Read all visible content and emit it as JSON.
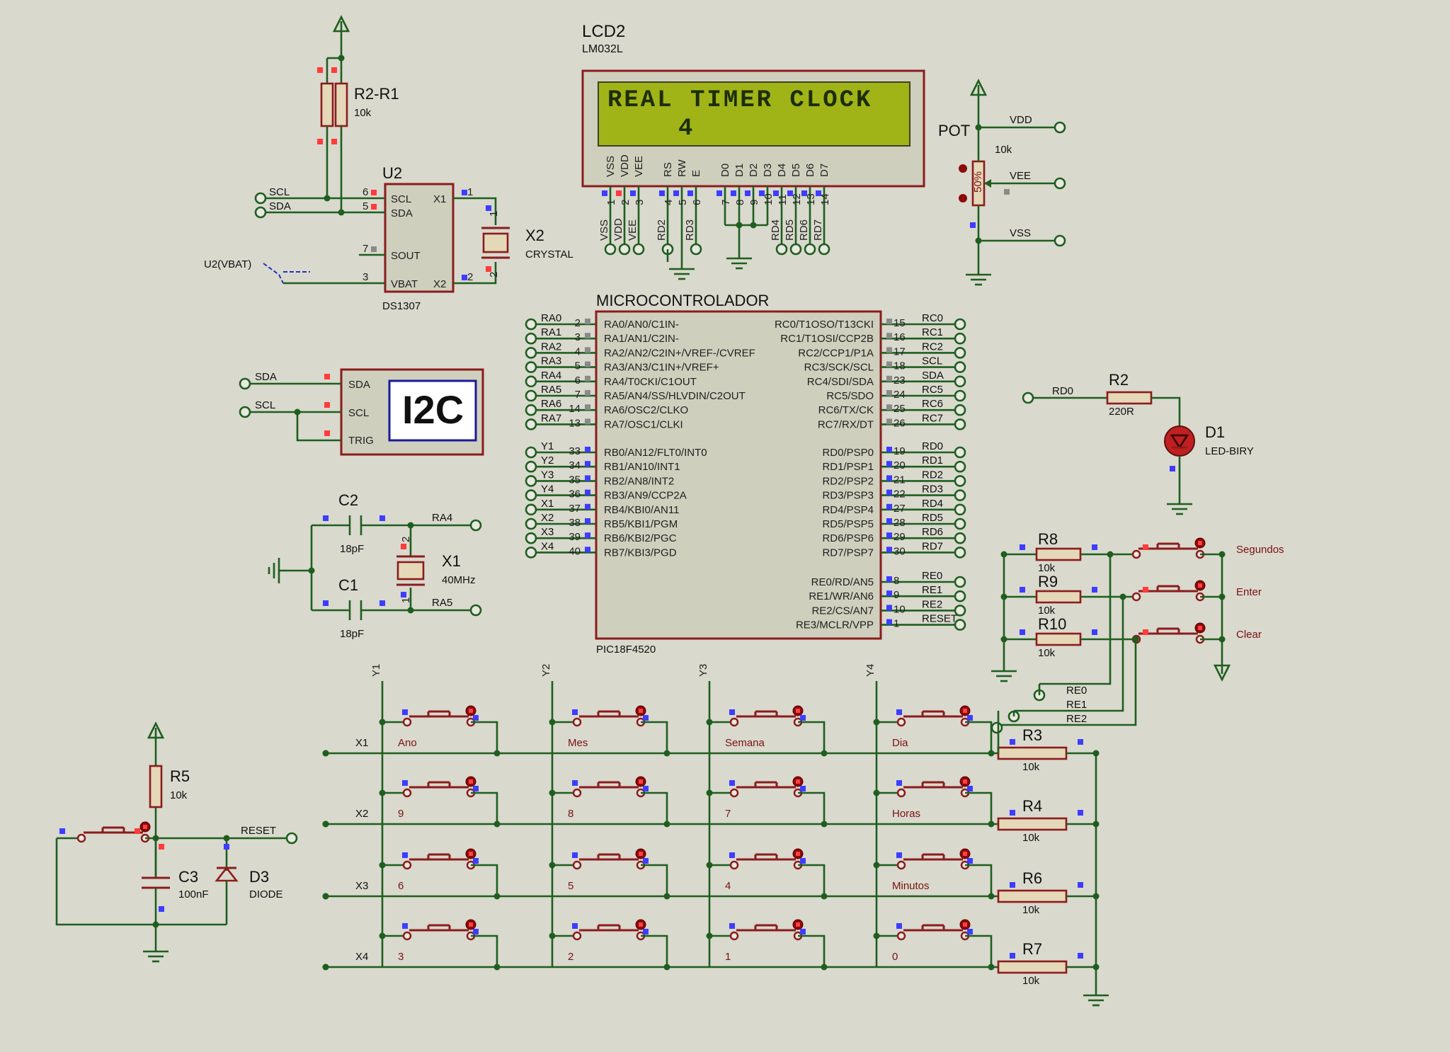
{
  "lcd": {
    "ref": "LCD2",
    "model": "LM032L",
    "line1": "REAL TIMER CLOCK",
    "line2": "4",
    "pins": [
      "VSS",
      "VDD",
      "VEE",
      "RS",
      "RW",
      "E",
      "D0",
      "D1",
      "D2",
      "D3",
      "D4",
      "D5",
      "D6",
      "D7"
    ],
    "pin_numbers": [
      "1",
      "2",
      "3",
      "4",
      "5",
      "6",
      "7",
      "8",
      "9",
      "10",
      "11",
      "12",
      "13",
      "14"
    ],
    "bottom_nets": [
      "VSS",
      "VDD",
      "VEE",
      "RD2",
      "RD3",
      "RD4",
      "RD5",
      "RD6",
      "RD7"
    ]
  },
  "pot": {
    "ref": "POT",
    "value": "10k",
    "pct": "50%",
    "nets": [
      "VDD",
      "VEE",
      "VSS"
    ]
  },
  "r2r1": {
    "ref": "R2-R1",
    "value": "10k"
  },
  "rtc": {
    "ref": "U2",
    "model": "DS1307",
    "pins_left": [
      "SCL",
      "SDA",
      "SOUT",
      "VBAT"
    ],
    "pins_right": [
      "X1",
      "X2"
    ],
    "pin_numbers": [
      "6",
      "5",
      "7",
      "3",
      "1",
      "2"
    ],
    "nets": [
      "SCL",
      "SDA"
    ],
    "vbat_label": "U2(VBAT)"
  },
  "x2": {
    "ref": "X2",
    "value": "CRYSTAL",
    "pins": [
      "1",
      "2"
    ]
  },
  "i2c": {
    "title": "I2C",
    "pins": [
      "SDA",
      "SCL",
      "TRIG"
    ],
    "nets": [
      "SDA",
      "SCL"
    ]
  },
  "osc": {
    "c2_ref": "C2",
    "c2_value": "18pF",
    "c1_ref": "C1",
    "c1_value": "18pF",
    "x1_ref": "X1",
    "x1_value": "40MHz",
    "nets": [
      "RA4",
      "RA5"
    ],
    "pins": [
      "2",
      "1"
    ]
  },
  "mcu": {
    "title": "MICROCONTROLADOR",
    "model": "PIC18F4520",
    "left_a": [
      {
        "net": "RA0",
        "num": "2",
        "name": "RA0/AN0/C1IN-"
      },
      {
        "net": "RA1",
        "num": "3",
        "name": "RA1/AN1/C2IN-"
      },
      {
        "net": "RA2",
        "num": "4",
        "name": "RA2/AN2/C2IN+/VREF-/CVREF"
      },
      {
        "net": "RA3",
        "num": "5",
        "name": "RA3/AN3/C1IN+/VREF+"
      },
      {
        "net": "RA4",
        "num": "6",
        "name": "RA4/T0CKI/C1OUT"
      },
      {
        "net": "RA5",
        "num": "7",
        "name": "RA5/AN4/SS/HLVDIN/C2OUT"
      },
      {
        "net": "RA6",
        "num": "14",
        "name": "RA6/OSC2/CLKO"
      },
      {
        "net": "RA7",
        "num": "13",
        "name": "RA7/OSC1/CLKI"
      }
    ],
    "left_b": [
      {
        "net": "Y1",
        "num": "33",
        "name": "RB0/AN12/FLT0/INT0"
      },
      {
        "net": "Y2",
        "num": "34",
        "name": "RB1/AN10/INT1"
      },
      {
        "net": "Y3",
        "num": "35",
        "name": "RB2/AN8/INT2"
      },
      {
        "net": "Y4",
        "num": "36",
        "name": "RB3/AN9/CCP2A"
      },
      {
        "net": "X1",
        "num": "37",
        "name": "RB4/KBI0/AN11"
      },
      {
        "net": "X2",
        "num": "38",
        "name": "RB5/KBI1/PGM"
      },
      {
        "net": "X3",
        "num": "39",
        "name": "RB6/KBI2/PGC"
      },
      {
        "net": "X4",
        "num": "40",
        "name": "RB7/KBI3/PGD"
      }
    ],
    "right_a": [
      {
        "net": "RC0",
        "num": "15",
        "name": "RC0/T1OSO/T13CKI"
      },
      {
        "net": "RC1",
        "num": "16",
        "name": "RC1/T1OSI/CCP2B"
      },
      {
        "net": "RC2",
        "num": "17",
        "name": "RC2/CCP1/P1A"
      },
      {
        "net": "SCL",
        "num": "18",
        "name": "RC3/SCK/SCL"
      },
      {
        "net": "SDA",
        "num": "23",
        "name": "RC4/SDI/SDA"
      },
      {
        "net": "RC5",
        "num": "24",
        "name": "RC5/SDO"
      },
      {
        "net": "RC6",
        "num": "25",
        "name": "RC6/TX/CK"
      },
      {
        "net": "RC7",
        "num": "26",
        "name": "RC7/RX/DT"
      }
    ],
    "right_b": [
      {
        "net": "RD0",
        "num": "19",
        "name": "RD0/PSP0"
      },
      {
        "net": "RD1",
        "num": "20",
        "name": "RD1/PSP1"
      },
      {
        "net": "RD2",
        "num": "21",
        "name": "RD2/PSP2"
      },
      {
        "net": "RD3",
        "num": "22",
        "name": "RD3/PSP3"
      },
      {
        "net": "RD4",
        "num": "27",
        "name": "RD4/PSP4"
      },
      {
        "net": "RD5",
        "num": "28",
        "name": "RD5/PSP5"
      },
      {
        "net": "RD6",
        "num": "29",
        "name": "RD6/PSP6"
      },
      {
        "net": "RD7",
        "num": "30",
        "name": "RD7/PSP7"
      }
    ],
    "right_c": [
      {
        "net": "RE0",
        "num": "8",
        "name": "RE0/RD/AN5"
      },
      {
        "net": "RE1",
        "num": "9",
        "name": "RE1/WR/AN6"
      },
      {
        "net": "RE2",
        "num": "10",
        "name": "RE2/CS/AN7"
      },
      {
        "net": "RESET",
        "num": "1",
        "name": "RE3/MCLR/VPP"
      }
    ]
  },
  "led": {
    "net": "RD0",
    "r_ref": "R2",
    "r_value": "220R",
    "d_ref": "D1",
    "d_value": "LED-BIRY"
  },
  "side_buttons": [
    {
      "r_ref": "R8",
      "r_value": "10k",
      "label": "Segundos"
    },
    {
      "r_ref": "R9",
      "r_value": "10k",
      "label": "Enter"
    },
    {
      "r_ref": "R10",
      "r_value": "10k",
      "label": "Clear"
    }
  ],
  "re_nets": [
    "RE0",
    "RE1",
    "RE2"
  ],
  "keypad": {
    "cols": [
      "Y1",
      "Y2",
      "Y3",
      "Y4"
    ],
    "rows": [
      "X1",
      "X2",
      "X3",
      "X4"
    ],
    "labels": [
      [
        "Ano",
        "Mes",
        "Semana",
        "Dia"
      ],
      [
        "9",
        "8",
        "7",
        "Horas"
      ],
      [
        "6",
        "5",
        "4",
        "Minutos"
      ],
      [
        "3",
        "2",
        "1",
        "0"
      ]
    ],
    "row_res": [
      {
        "ref": "R3",
        "value": "10k"
      },
      {
        "ref": "R4",
        "value": "10k"
      },
      {
        "ref": "R6",
        "value": "10k"
      },
      {
        "ref": "R7",
        "value": "10k"
      }
    ]
  },
  "reset": {
    "r_ref": "R5",
    "r_value": "10k",
    "c_ref": "C3",
    "c_value": "100nF",
    "d_ref": "D3",
    "d_value": "DIODE",
    "net": "RESET"
  }
}
